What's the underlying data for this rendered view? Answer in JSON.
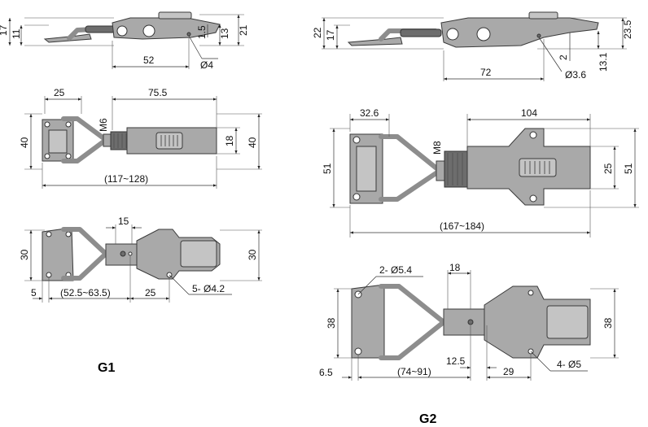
{
  "g1": {
    "label": "G1",
    "side": {
      "d17": "17",
      "d11": "11",
      "d52": "52",
      "d15": "1.5",
      "d13": "13",
      "d21": "21",
      "phi4": "Ø4"
    },
    "top": {
      "d25": "25",
      "d755": "75.5",
      "m6": "M6",
      "d40l": "40",
      "d18": "18",
      "d40r": "40",
      "range": "(117~128)"
    },
    "bottom": {
      "d30l": "30",
      "d15": "15",
      "d30r": "30",
      "d5": "5",
      "range": "(52.5~63.5)",
      "d25": "25",
      "holes": "5- Ø4.2"
    }
  },
  "g2": {
    "label": "G2",
    "side": {
      "d22": "22",
      "d17": "17",
      "d235": "23.5",
      "d2": "2",
      "d131": "13.1",
      "d72": "72",
      "phi36": "Ø3.6"
    },
    "top": {
      "d326": "32.6",
      "d104": "104",
      "m8": "M8",
      "d51l": "51",
      "d25": "25",
      "d51r": "51",
      "range": "(167~184)"
    },
    "bottom": {
      "holes2": "2- Ø5.4",
      "d18": "18",
      "d38l": "38",
      "d38r": "38",
      "d65": "6.5",
      "range": "(74~91)",
      "d125": "12.5",
      "d29": "29",
      "holes4": "4- Ø5"
    }
  }
}
